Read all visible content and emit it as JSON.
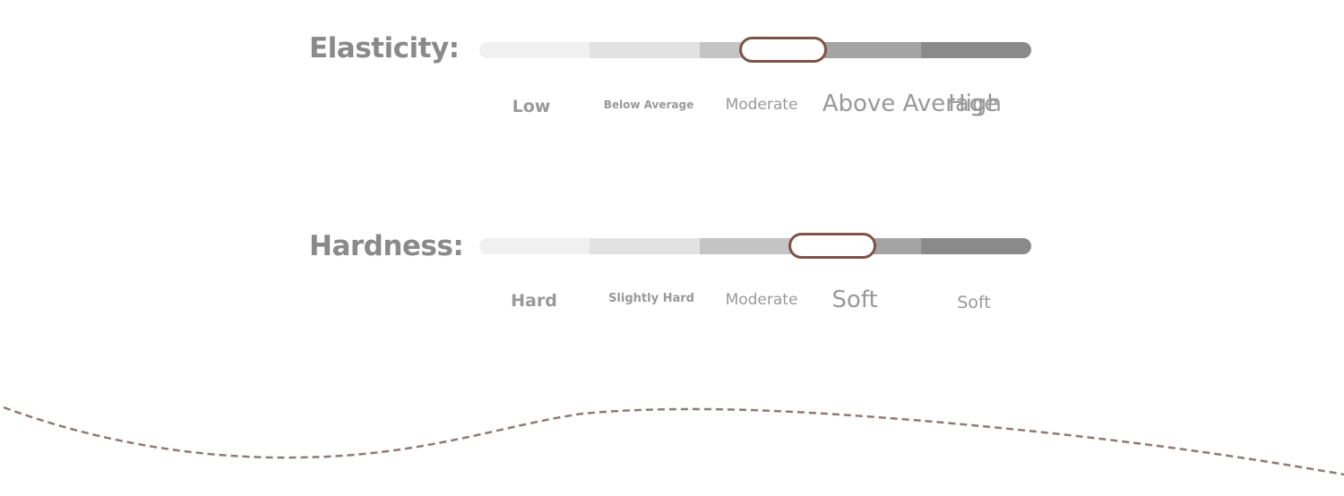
{
  "colors": {
    "label": "#8a8a8a",
    "tick": "#999999",
    "thumb_border": "#7e5247",
    "wave": "#8c7b78",
    "segments": [
      "#f0f0f0",
      "#e2e2e2",
      "#c4c4c4",
      "#a4a4a4",
      "#8a8a8a"
    ]
  },
  "sliders": [
    {
      "label": "Elasticity:",
      "position": 0.55,
      "ticks": [
        "Low",
        "Below Average",
        "Moderate",
        "Above Average",
        "High"
      ]
    },
    {
      "label": "Hardness:",
      "position": 0.64,
      "ticks": [
        "Hard",
        "Slightly Hard",
        "Moderate",
        "Soft",
        "Soft"
      ]
    }
  ]
}
